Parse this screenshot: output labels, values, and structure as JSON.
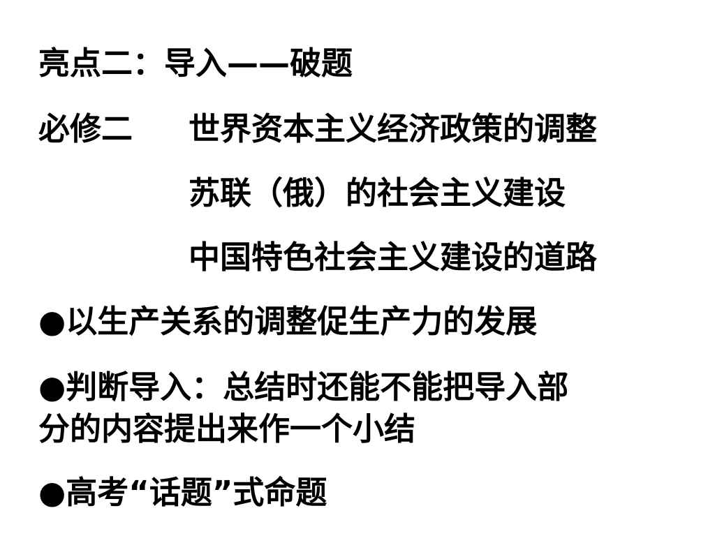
{
  "slide": {
    "heading": "亮点二：导入——破题",
    "module": {
      "label": "必修二",
      "topics": [
        "世界资本主义经济政策的调整",
        "苏联（俄）的社会主义建设",
        "中国特色社会主义建设的道路"
      ]
    },
    "bullets": [
      "●以生产关系的调整促生产力的发展",
      "●判断导入：总结时还能不能把导入部",
      "分的内容提出来作一个小结",
      "●高考“话题”式命题"
    ]
  }
}
